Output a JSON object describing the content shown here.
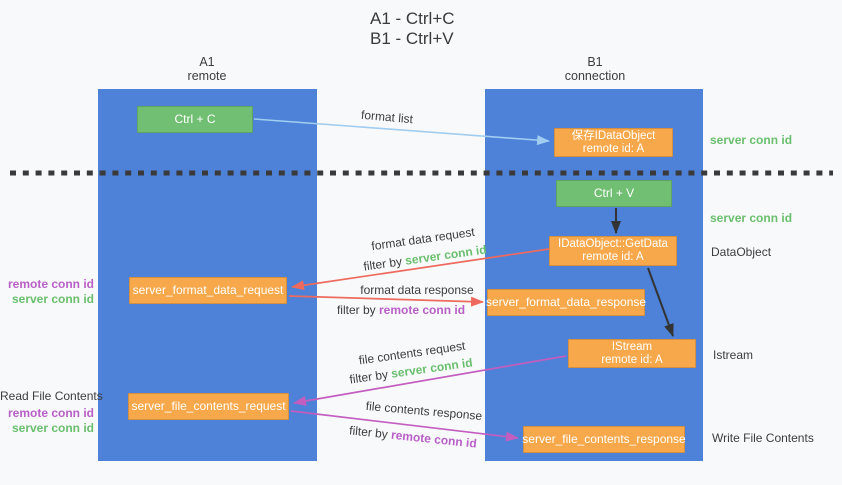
{
  "title": {
    "line1": "A1 - Ctrl+C",
    "line2": "B1 - Ctrl+V"
  },
  "lanes": {
    "a": {
      "name": "A1",
      "subtitle": "remote"
    },
    "b": {
      "name": "B1",
      "subtitle": "connection"
    }
  },
  "boxes": {
    "ctrl_c": {
      "label": "Ctrl + C"
    },
    "save_idataobject": {
      "line1": "保存IDataObject",
      "line2": "remote id: A"
    },
    "ctrl_v": {
      "label": "Ctrl + V"
    },
    "getdata": {
      "line1": "IDataObject::GetData",
      "line2": "remote id: A"
    },
    "format_request": {
      "label": "server_format_data_request"
    },
    "format_response": {
      "label": "server_format_data_response"
    },
    "istream": {
      "line1": "IStream",
      "line2": "remote id: A"
    },
    "file_request": {
      "label": "server_file_contents_request"
    },
    "file_response": {
      "label": "server_file_contents_response"
    }
  },
  "labels": {
    "format_list": "format list",
    "format_data_request": "format data request",
    "format_data_response": "format data response",
    "file_contents_request": "file contents request",
    "file_contents_response": "file contents response",
    "filter_by": "filter by",
    "server_conn_id": "server conn id",
    "remote_conn_id": "remote conn id",
    "read_file_contents": "Read File Contents",
    "write_file_contents": "Write File Contents",
    "dataobject": "DataObject",
    "istream": "Istream"
  },
  "colors": {
    "lane_blue": "#4d82d8",
    "box_orange": "#f7a84a",
    "box_green": "#71bf73",
    "green_text": "#6abf6e",
    "purple_text": "#b95fc8",
    "arrow_salmon": "#ee6a5e",
    "arrow_magenta": "#c35ec0",
    "arrow_lightblue": "#a0cdf0",
    "arrow_black": "#333333",
    "background": "#f8f9fa"
  }
}
